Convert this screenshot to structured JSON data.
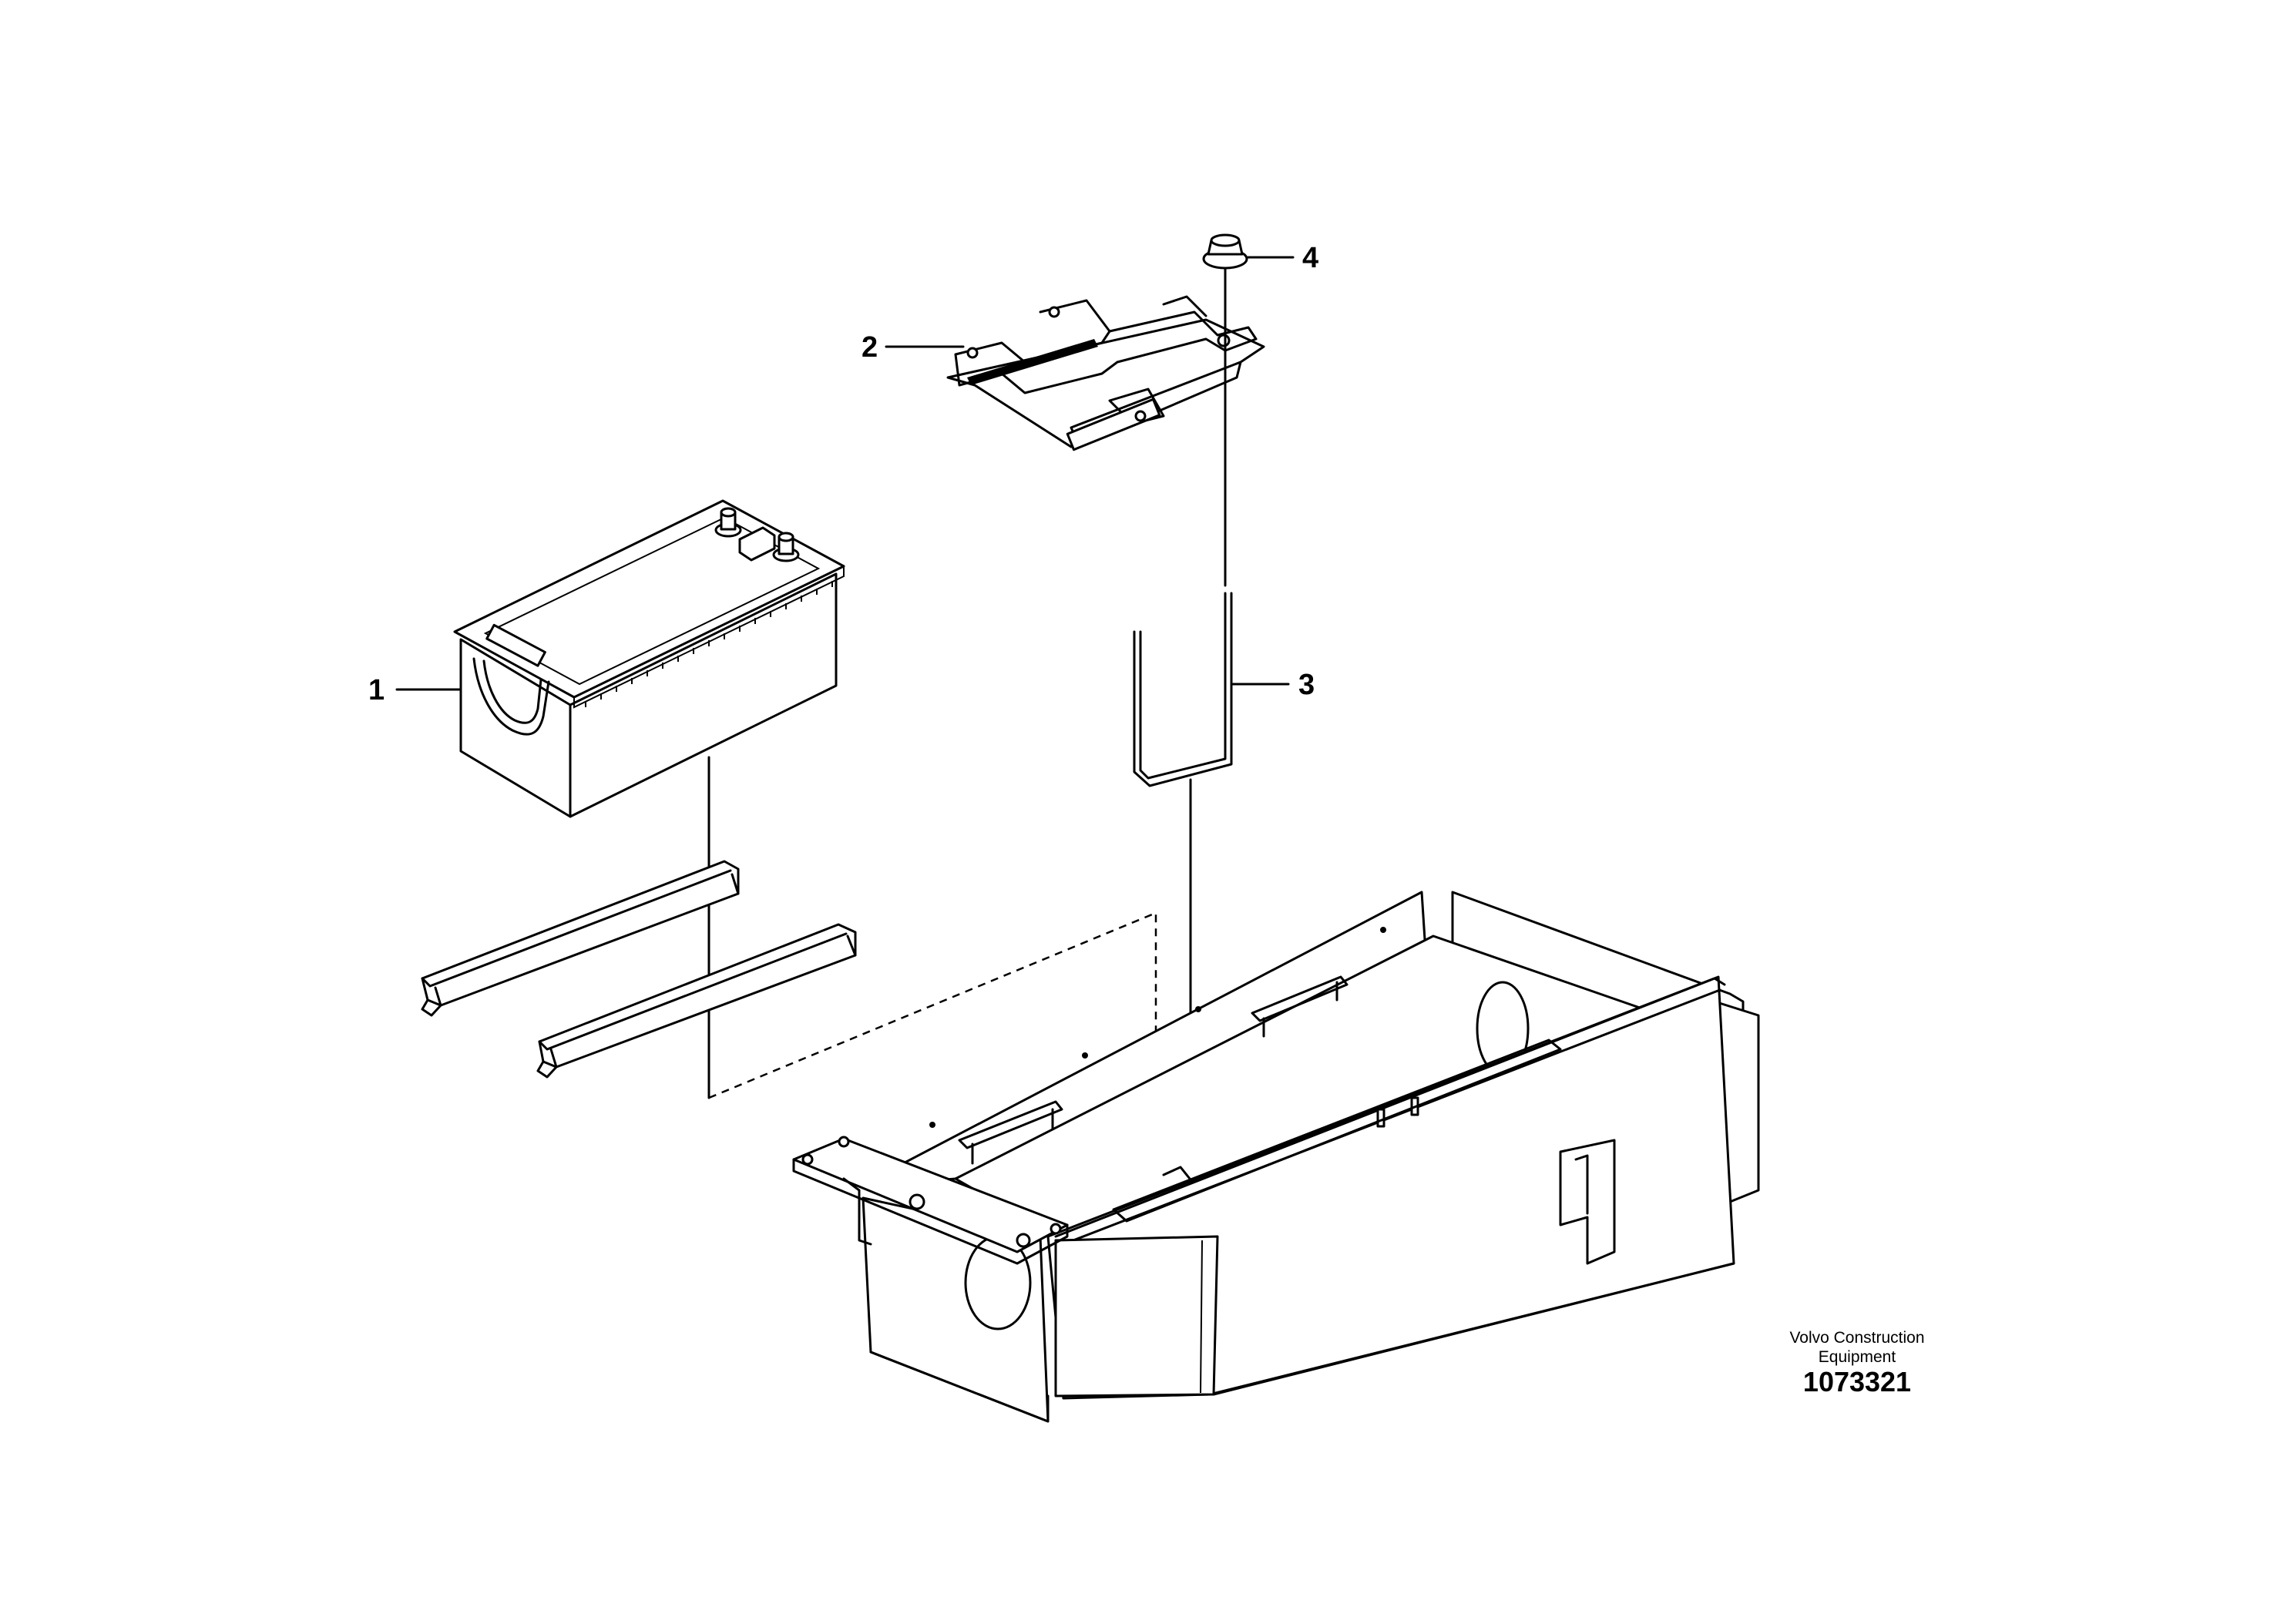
{
  "callouts": [
    {
      "id": "1",
      "label": "1"
    },
    {
      "id": "2",
      "label": "2"
    },
    {
      "id": "3",
      "label": "3"
    },
    {
      "id": "4",
      "label": "4"
    }
  ],
  "credit": {
    "line1": "Volvo Construction",
    "line2": "Equipment",
    "drawing_number": "1073321"
  }
}
